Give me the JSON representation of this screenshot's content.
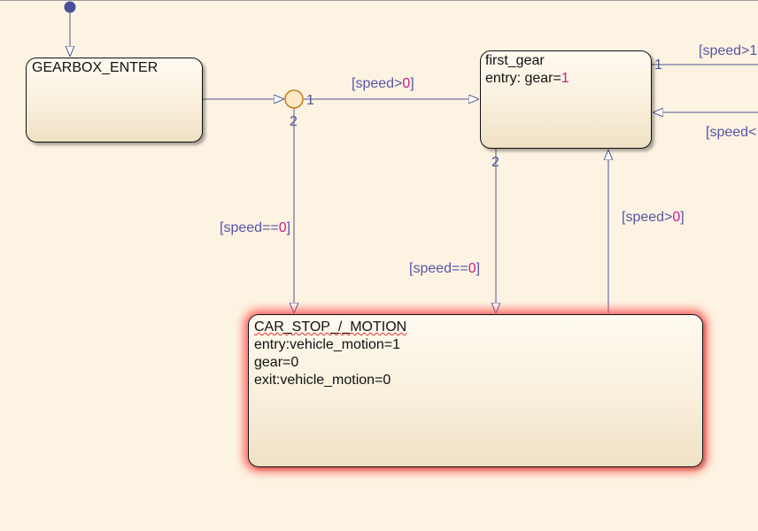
{
  "states": {
    "gearbox_enter": {
      "name": "GEARBOX_ENTER"
    },
    "first_gear": {
      "name": "first_gear",
      "entry_prefix": "entry: gear=",
      "entry_value": "1"
    },
    "car_stop_motion": {
      "name": "CAR_STOP_/_MOTION",
      "line1": "entry:vehicle_motion=1",
      "line2": "gear=0",
      "line3": "exit:vehicle_motion=0"
    }
  },
  "transitions": {
    "junction_to_first_gear": {
      "pre": "[speed>",
      "num": "0",
      "post": "]",
      "order": "1"
    },
    "junction_to_car_stop": {
      "pre": "[speed==",
      "num": "0",
      "post": "]",
      "order": "2"
    },
    "first_gear_to_car_stop": {
      "pre": "[speed==",
      "num": "0",
      "post": "]",
      "order": "2"
    },
    "car_stop_to_first_gear": {
      "pre": "[speed>",
      "num": "0",
      "post": "]"
    },
    "first_gear_out_right": {
      "text": "[speed>1",
      "order": "1"
    },
    "right_in_first_gear": {
      "text": "[speed<"
    }
  },
  "colors": {
    "background": "#fdf3e2",
    "transition_line": "#4f5593",
    "label_text": "#5656a6",
    "number_literal": "#c8198a",
    "junction": "#c17a1e",
    "default_dot": "#4a4f9a",
    "highlight_glow": "#ff3c3c"
  }
}
